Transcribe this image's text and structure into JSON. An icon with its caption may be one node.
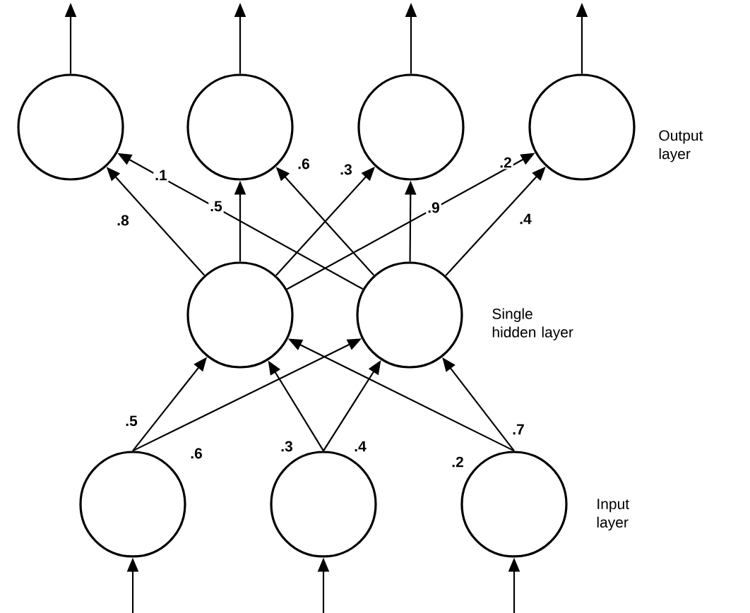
{
  "diagram": {
    "nodes": [
      {
        "text": [],
        "shape": "circle"
      },
      {
        "text": [],
        "shape": "circle"
      },
      {
        "text": [],
        "shape": "circle"
      },
      {
        "text": [],
        "shape": "circle"
      },
      {
        "text": [],
        "shape": "circle"
      },
      {
        "text": [],
        "shape": "circle"
      },
      {
        "text": [],
        "shape": "circle"
      },
      {
        "text": [],
        "shape": "circle"
      },
      {
        "text": [],
        "shape": "circle"
      }
    ],
    "edges": [
      {
        "from": null,
        "to": 6,
        "arrow": "to"
      },
      {
        "from": null,
        "to": 7,
        "arrow": "to"
      },
      {
        "from": null,
        "to": 8,
        "arrow": "to"
      },
      {
        "from": 6,
        "to": 4,
        "arrow": "to",
        "label": ".5"
      },
      {
        "from": 6,
        "to": 5,
        "arrow": "to",
        "label": ".6"
      },
      {
        "from": 7,
        "to": 4,
        "arrow": "to",
        "label": ".3"
      },
      {
        "from": 7,
        "to": 5,
        "arrow": "to",
        "label": ".4"
      },
      {
        "from": 8,
        "to": 4,
        "arrow": "to",
        "label": ".2"
      },
      {
        "from": 8,
        "to": 5,
        "arrow": "to",
        "label": ".7"
      },
      {
        "from": 4,
        "to": 0,
        "arrow": "to",
        "label": ".8"
      },
      {
        "from": 4,
        "to": 1,
        "arrow": "to",
        "label": ".5"
      },
      {
        "from": 4,
        "to": 2,
        "arrow": "to",
        "label": ".3"
      },
      {
        "from": 4,
        "to": 3,
        "arrow": "to",
        "label": ".2"
      },
      {
        "from": 5,
        "to": 0,
        "arrow": "to",
        "label": ".1"
      },
      {
        "from": 5,
        "to": 1,
        "arrow": "to",
        "label": ".6"
      },
      {
        "from": 5,
        "to": 2,
        "arrow": "to",
        "label": ".9"
      },
      {
        "from": 5,
        "to": 3,
        "arrow": "to",
        "label": ".4"
      },
      {
        "from": 0,
        "to": null,
        "arrow": "to"
      },
      {
        "from": 1,
        "to": null,
        "arrow": "to"
      },
      {
        "from": 2,
        "to": null,
        "arrow": "to"
      },
      {
        "from": 3,
        "to": null,
        "arrow": "to"
      }
    ],
    "labels": [
      "Output layer",
      "Single hidden layer",
      "Input layer"
    ]
  }
}
